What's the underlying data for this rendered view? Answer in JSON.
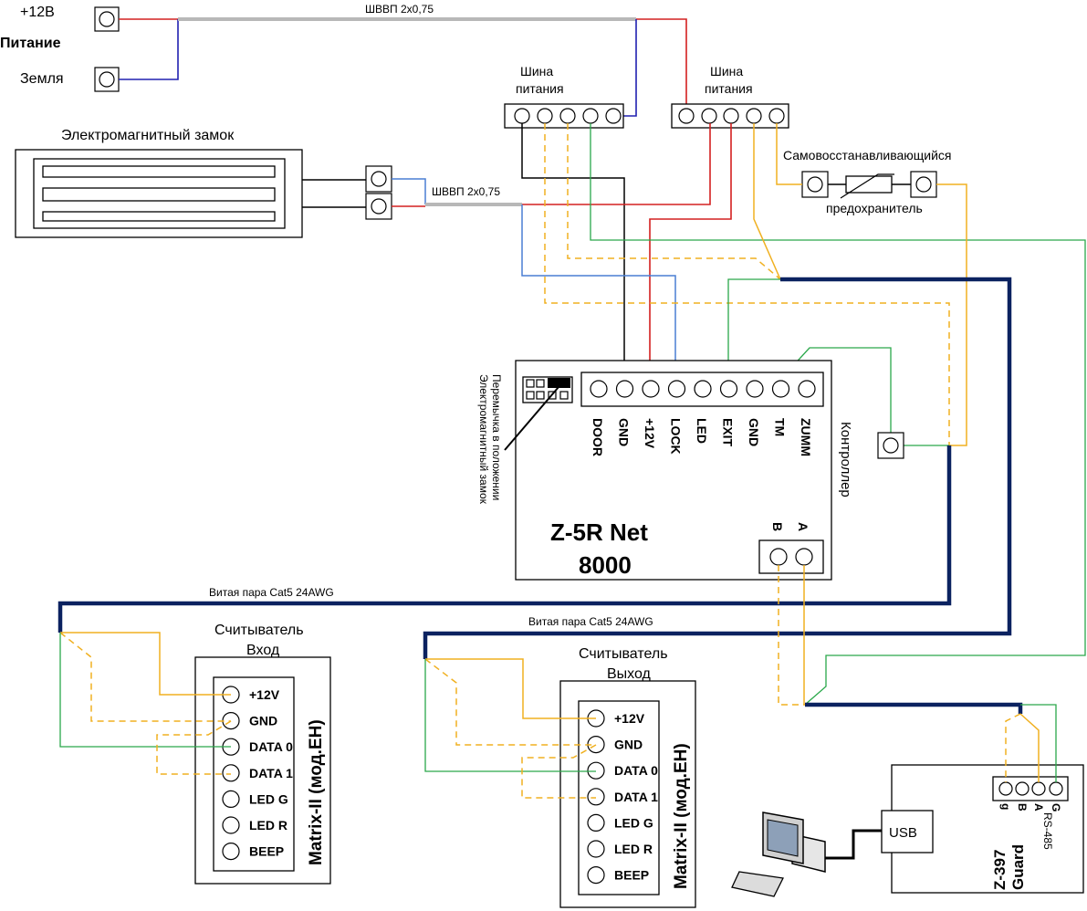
{
  "power": {
    "plus12": "+12В",
    "title": "Питание",
    "ground": "Земля"
  },
  "cable_svvp": "ШВВП 2х0,75",
  "bus": {
    "line1": "Шина",
    "line2": "питания"
  },
  "lock": {
    "title": "Электромагнитный замок"
  },
  "fuse": {
    "line1": "Самовосстанавливающийся",
    "line2": "предохранитель"
  },
  "jumper": {
    "line1": "Перемычка в положении",
    "line2": "Электромагнитный замок"
  },
  "controller": {
    "side_label": "Контроллер",
    "name_line1": "Z-5R Net",
    "name_line2": "8000",
    "pins": [
      "DOOR",
      "GND",
      "+12V",
      "LOCK",
      "LED",
      "EXIT",
      "GND",
      "TM",
      "ZUMM"
    ],
    "ab_pins": [
      "B",
      "A"
    ]
  },
  "cable_cat5": "Витая пара Cat5 24AWG",
  "reader_in": {
    "line1": "Считыватель",
    "line2": "Вход",
    "model": "Matrix-II (мод.EH)",
    "pins": [
      "+12V",
      "GND",
      "DATA 0",
      "DATA 1",
      "LED G",
      "LED R",
      "BEEP"
    ]
  },
  "reader_out": {
    "line1": "Считыватель",
    "line2": "Выход",
    "model": "Matrix-II (мод.EH)",
    "pins": [
      "+12V",
      "GND",
      "DATA 0",
      "DATA 1",
      "LED G",
      "LED R",
      "BEEP"
    ]
  },
  "guard": {
    "usb": "USB",
    "name_line1": "Z-397",
    "name_line2": "Guard",
    "rs485": "RS-485",
    "pins": [
      "g",
      "B",
      "A",
      "G"
    ]
  },
  "wire_colors": {
    "red": "#d32020",
    "blue": "#2020b0",
    "black": "#000000",
    "green": "#2aa84a",
    "yellow": "#f0b020",
    "gray": "#b8b8b8",
    "navy": "#0b2260"
  }
}
